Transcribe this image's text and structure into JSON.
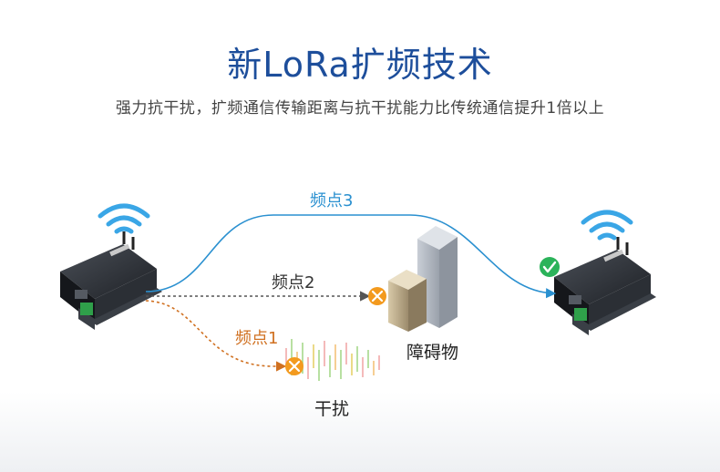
{
  "title": "新LoRa扩频技术",
  "subtitle": "强力抗干扰，扩频通信传输距离与抗干扰能力比传统通信提升1倍以上",
  "labels": {
    "freq3": "频点3",
    "freq2": "频点2",
    "freq1": "频点1",
    "obstacle": "障碍物",
    "interference": "干扰"
  },
  "colors": {
    "title": "#1d4e9b",
    "freq3_path": "#2a90d0",
    "freq2_path": "#555555",
    "freq1_path": "#d07020",
    "fail_marker": "#f39a1e",
    "success_marker": "#2bb35a",
    "wifi": "#3aa6e6"
  },
  "icons": {
    "fail_marker": "x-circle-icon",
    "success_marker": "check-circle-icon",
    "signal": "wifi-icon"
  }
}
